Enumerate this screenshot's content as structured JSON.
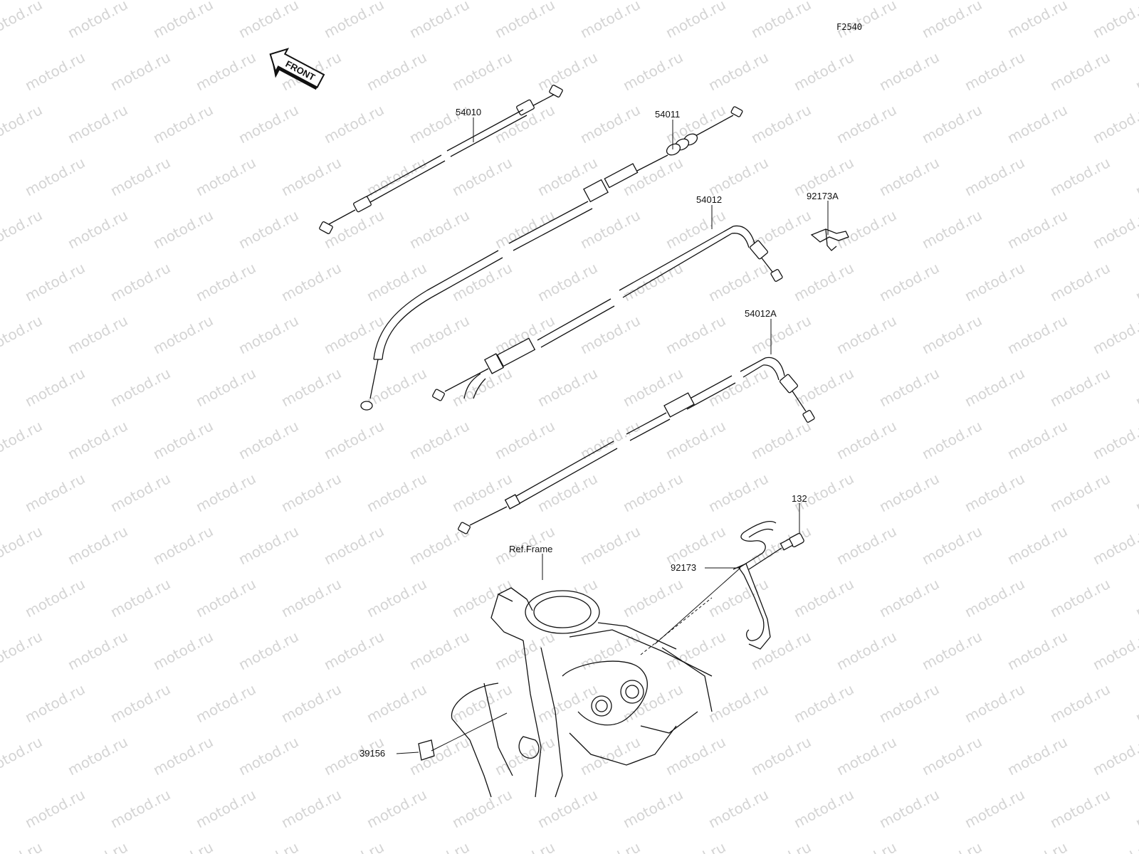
{
  "diagram_code": "F2540",
  "front_arrow_label": "FRONT",
  "watermark_text": "motod.ru",
  "parts": {
    "p54010": "54010",
    "p54011": "54011",
    "p54012": "54012",
    "p92173A": "92173A",
    "p54012A": "54012A",
    "p132": "132",
    "ref_frame": "Ref.Frame",
    "p92173": "92173",
    "p39156": "39156"
  }
}
